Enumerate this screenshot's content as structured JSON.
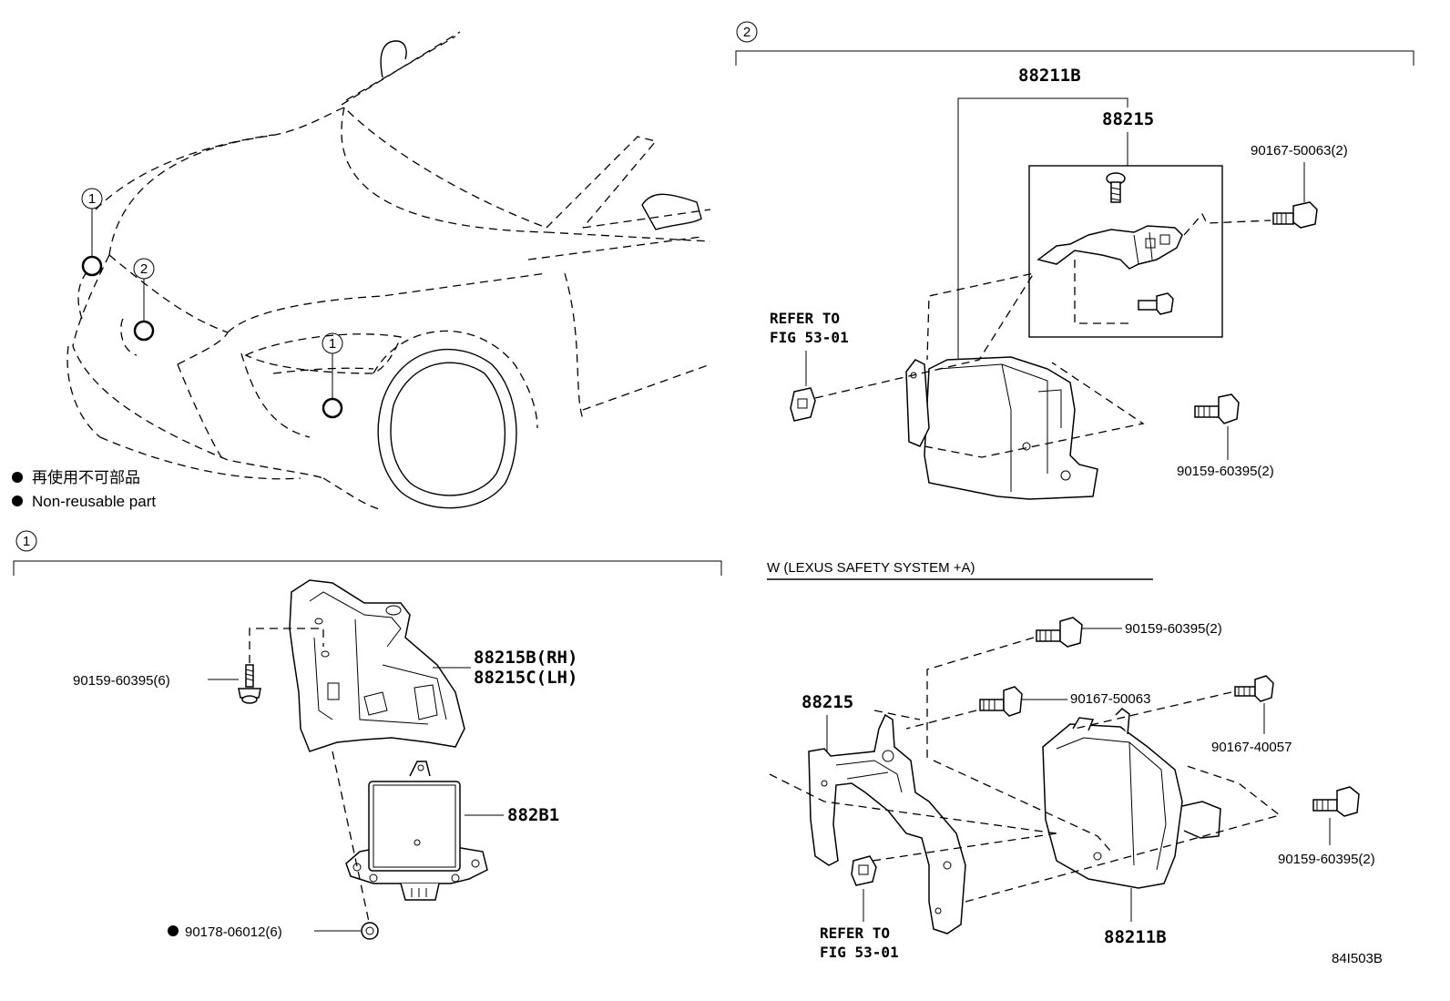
{
  "callouts": {
    "one": "1",
    "two": "2"
  },
  "legend": {
    "japanese": "再使用不可部品",
    "english": "Non-reusable part"
  },
  "section2": {
    "labels": {
      "assy_top": "88211B",
      "bracket_top": "88215",
      "screw_top": "90167-50063(2)",
      "refer_line1": "REFER TO",
      "refer_line2": "FIG 53-01",
      "bolt_right": "90159-60395(2)"
    }
  },
  "section1": {
    "labels": {
      "bolt_left": "90159-60395(6)",
      "bracket_rh": "88215B(RH)",
      "bracket_lh": "88215C(LH)",
      "sensor": "882B1",
      "nut": "90178-06012(6)"
    }
  },
  "sectionW": {
    "header": "W (LEXUS SAFETY SYSTEM +A)",
    "labels": {
      "bolt_top": "90159-60395(2)",
      "screw_mid": "90167-50063",
      "bracket": "88215",
      "screw_right": "90167-40057",
      "bolt_right": "90159-60395(2)",
      "refer_line1": "REFER TO",
      "refer_line2": "FIG 53-01",
      "assy": "88211B"
    }
  },
  "figure_code": "84I503B"
}
